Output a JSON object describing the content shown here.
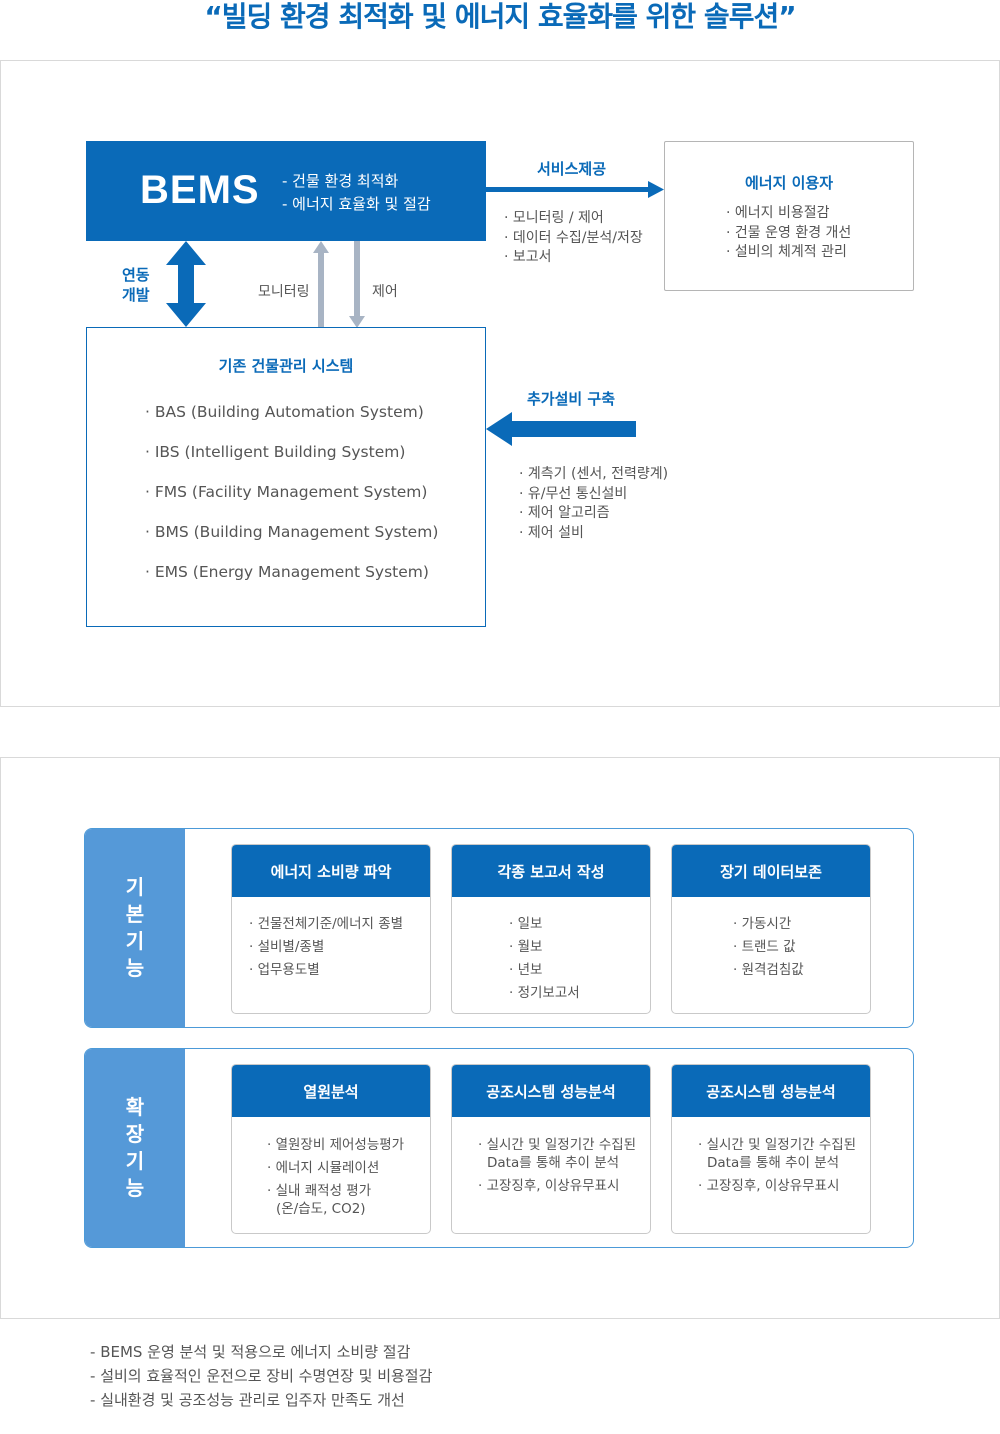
{
  "title": "“빌딩 환경 최적화 및 에너지 효율화를 위한 솔루션”",
  "bems": {
    "name": "BEMS",
    "items": [
      "- 건물 환경 최적화",
      "- 에너지 효율화 및 절감"
    ]
  },
  "service": {
    "label": "서비스제공",
    "items": [
      "모니터링 / 제어",
      "데이터 수집/분석/저장",
      "보고서"
    ]
  },
  "energy_user": {
    "title": "에너지 이용자",
    "items": [
      "에너지 비용절감",
      "건물 운영 환경 개선",
      "설비의 체계적 관리"
    ]
  },
  "link_label": [
    "연동",
    "개발"
  ],
  "monitoring_label": "모니터링",
  "control_label": "제어",
  "legacy": {
    "title": "기존 건물관리 시스템",
    "items": [
      "BAS (Building Automation System)",
      "IBS (Intelligent Building System)",
      "FMS (Facility Management System)",
      "BMS (Building Management System)",
      "EMS (Energy Management System)"
    ]
  },
  "additional": {
    "label": "추가설비 구축",
    "items": [
      "계측기 (센서, 전력량계)",
      "유/무선 통신설비",
      "제어 알고리즘",
      "제어 설비"
    ]
  },
  "basic": {
    "side": [
      "기",
      "본",
      "기",
      "능"
    ],
    "cards": [
      {
        "title": "에너지 소비량 파악",
        "items": [
          "건물전체기준/에너지 종별",
          "설비별/종별",
          "업무용도별"
        ]
      },
      {
        "title": "각종 보고서 작성",
        "items": [
          "일보",
          "월보",
          "년보",
          "정기보고서"
        ]
      },
      {
        "title": "장기 데이터보존",
        "items": [
          "가동시간",
          "트랜드 값",
          "원격검침값"
        ]
      }
    ]
  },
  "extended": {
    "side": [
      "확",
      "장",
      "기",
      "능"
    ],
    "cards": [
      {
        "title": "열원분석",
        "items": [
          "열원장비 제어성능평가",
          "에너지 시뮬레이션",
          "실내 쾌적성 평가 (온/습도, CO2)"
        ]
      },
      {
        "title": "공조시스템 성능분석",
        "items": [
          "실시간 및 일정기간 수집된 Data를 통해 추이 분석",
          "고장징후, 이상유무표시"
        ]
      },
      {
        "title": "공조시스템 성능분석",
        "items": [
          "실시간 및 일정기간 수집된 Data를 통해 추이 분석",
          "고장징후, 이상유무표시"
        ]
      }
    ]
  },
  "notes": [
    "BEMS 운영 분석 및 적용으로 에너지 소비량 절감",
    "설비의 효율적인 운전으로 장비 수명연장 및 비용절감",
    "실내환경 및 공조성능 관리로 입주자 만족도 개선"
  ],
  "colors": {
    "primary": "#0a6ab8",
    "side": "#5599d8",
    "arrow_gray": "#a8b4c4"
  }
}
